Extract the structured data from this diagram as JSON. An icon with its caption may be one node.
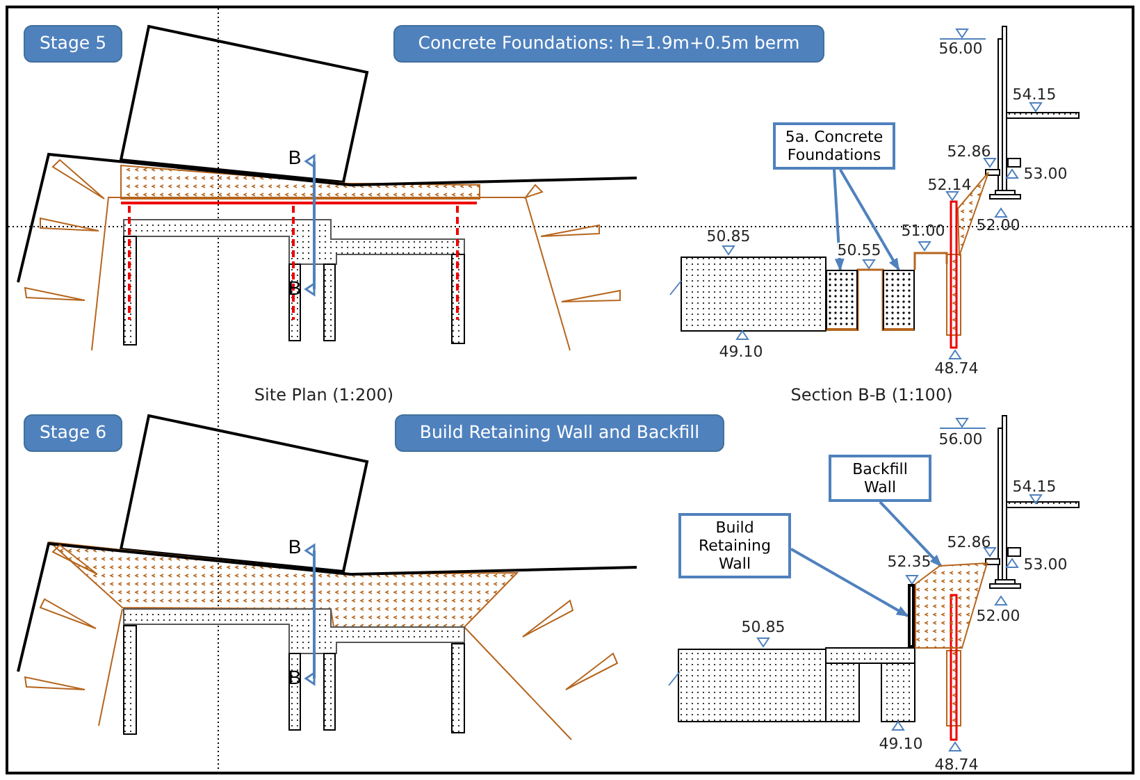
{
  "diagram": {
    "nodes": [
      {
        "text": [
          "Stage 5"
        ]
      },
      {
        "text": [
          "Concrete Foundations: h=1.9m+0.5m berm"
        ]
      },
      {
        "text": [
          "5a. Concrete Foundations"
        ]
      },
      {
        "text": [],
        "shape": "box"
      },
      {
        "text": [],
        "shape": "box"
      },
      {
        "text": [
          "Stage 6"
        ]
      },
      {
        "text": [
          "Build Retaining Wall and Backfill"
        ]
      },
      {
        "text": [
          "Backfill Wall"
        ]
      },
      {
        "text": [
          "Build Retaining Wall"
        ]
      },
      {
        "text": [],
        "shape": "bar"
      },
      {
        "text": [],
        "shape": "box"
      }
    ],
    "edges": [
      {
        "from": 2,
        "to": 3,
        "arrow": "to"
      },
      {
        "from": 2,
        "to": 4,
        "arrow": "to"
      },
      {
        "from": 7,
        "to": 10,
        "arrow": "to"
      },
      {
        "from": 8,
        "to": 9,
        "arrow": "to"
      }
    ],
    "labels": [
      "56.00",
      "54.15",
      "52.86",
      "53.00",
      "52.14",
      "52.00",
      "B",
      "50.85",
      "50.55",
      "51.00",
      "B",
      "49.10",
      "48.74",
      "Site Plan (1:200)",
      "Section B-B (1:100)",
      "56.00",
      "54.15",
      "52.86",
      "53.00",
      "52.35",
      "52.00",
      "B",
      "50.85",
      "B",
      "49.10",
      "48.74"
    ]
  }
}
